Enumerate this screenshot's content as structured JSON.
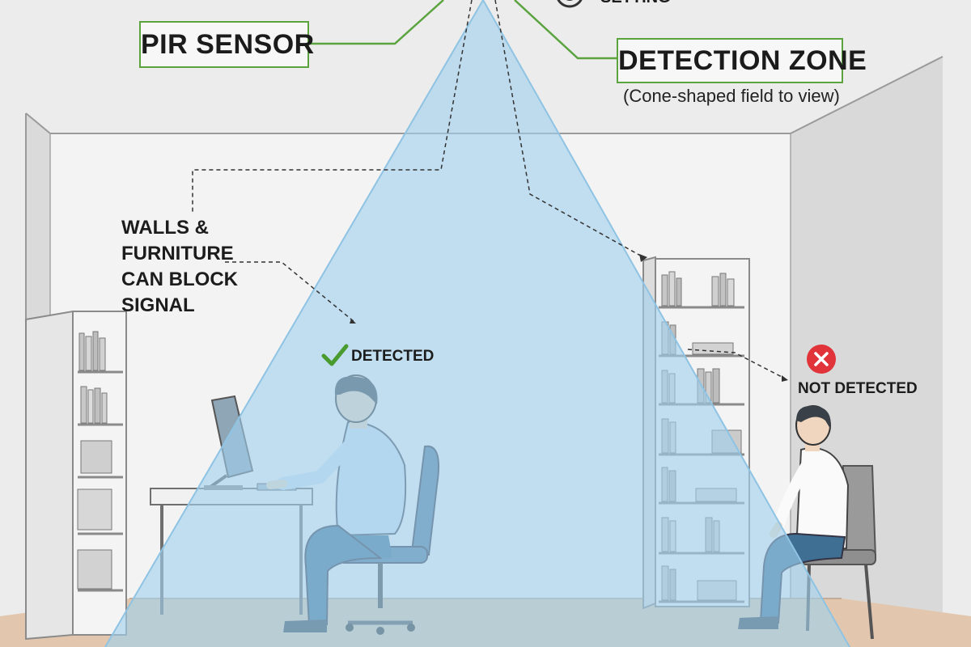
{
  "labels": {
    "pir_sensor": "PIR SENSOR",
    "setting": "SETTING",
    "detection_zone": "DETECTION ZONE",
    "detection_zone_note": "(Cone-shaped field to view)",
    "walls_furniture": "WALLS & FURNITURE CAN BLOCK SIGNAL",
    "detected": "DETECTED",
    "not_detected": "NOT DETECTED"
  },
  "colors": {
    "cone": "#9fd0ee",
    "callout_border": "#5aa33f",
    "check": "#4a9b2f",
    "cross": "#e0333a",
    "shirt_detected": "#c9dde9",
    "pants": "#3f6f93"
  },
  "icons": {
    "detected": "check-icon",
    "not_detected": "cross-icon"
  }
}
